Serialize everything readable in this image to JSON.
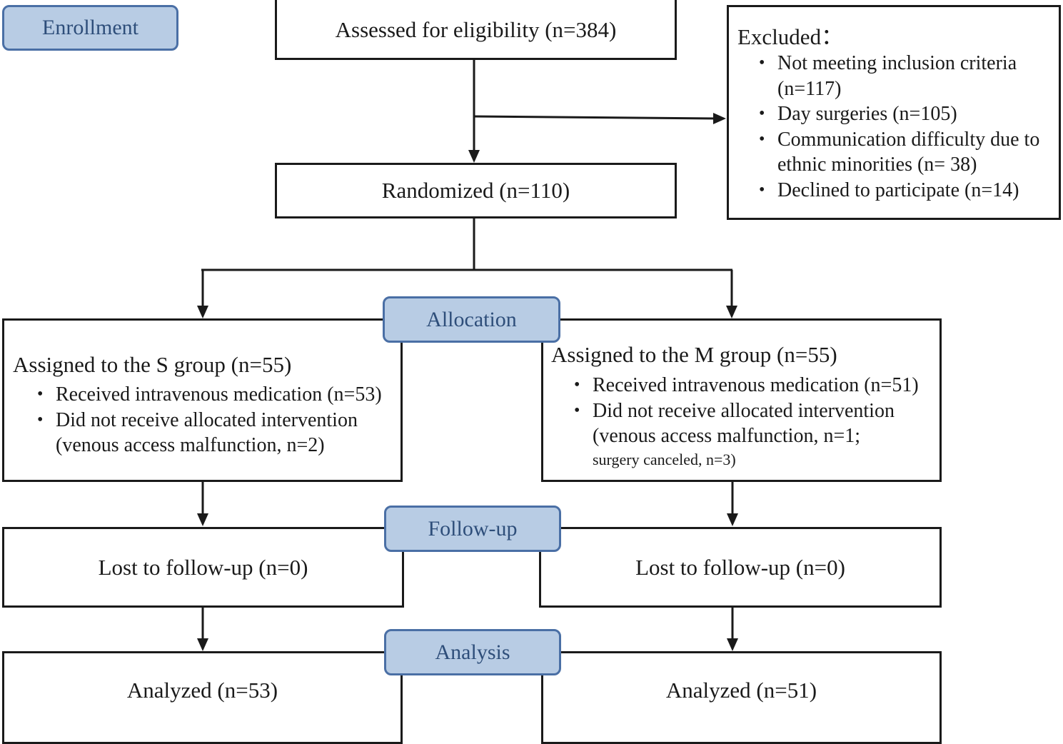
{
  "stages": {
    "enrollment": "Enrollment",
    "allocation": "Allocation",
    "follow_up": "Follow-up",
    "analysis": "Analysis"
  },
  "assessed": "Assessed for eligibility (n=384)",
  "excluded": {
    "title": "Excluded：",
    "items": [
      "Not meeting inclusion criteria (n=117)",
      "Day surgeries (n=105)",
      "Communication difficulty due to ethnic minorities (n= 38)",
      "Declined to participate (n=14)"
    ]
  },
  "randomized": "Randomized (n=110)",
  "s_group": {
    "title": "Assigned to the S group (n=55)",
    "items": [
      "Received intravenous medication (n=53)",
      "Did not receive allocated intervention (venous access malfunction, n=2)"
    ],
    "lost": "Lost to follow-up (n=0)",
    "analyzed": "Analyzed (n=53)"
  },
  "m_group": {
    "title": "Assigned to the M group (n=55)",
    "items": [
      "Received intravenous medication (n=51)",
      "Did not receive allocated intervention (venous access malfunction, n=1;"
    ],
    "note": "surgery canceled, n=3)",
    "lost": "Lost to follow-up (n=0)",
    "analyzed": "Analyzed (n=51)"
  }
}
